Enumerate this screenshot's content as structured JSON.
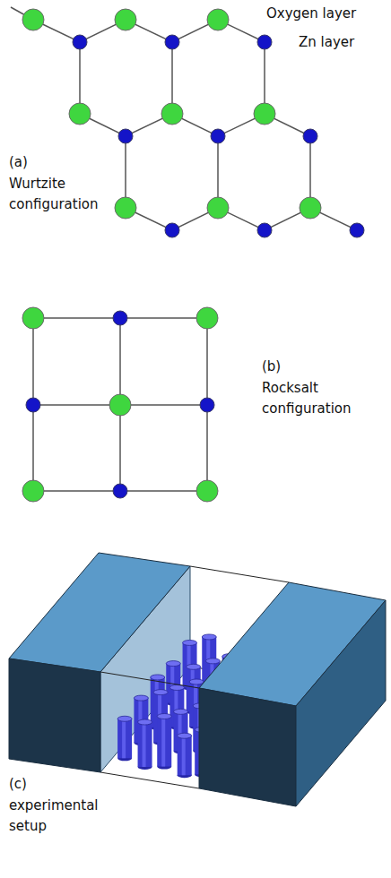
{
  "diagram": {
    "labels": [
      "Oxygen layer",
      "Zn layer",
      "(a)",
      "Wurtzite configuration",
      "(b)",
      "Rocksalt configuration",
      "(c)",
      "experimental setup"
    ]
  }
}
